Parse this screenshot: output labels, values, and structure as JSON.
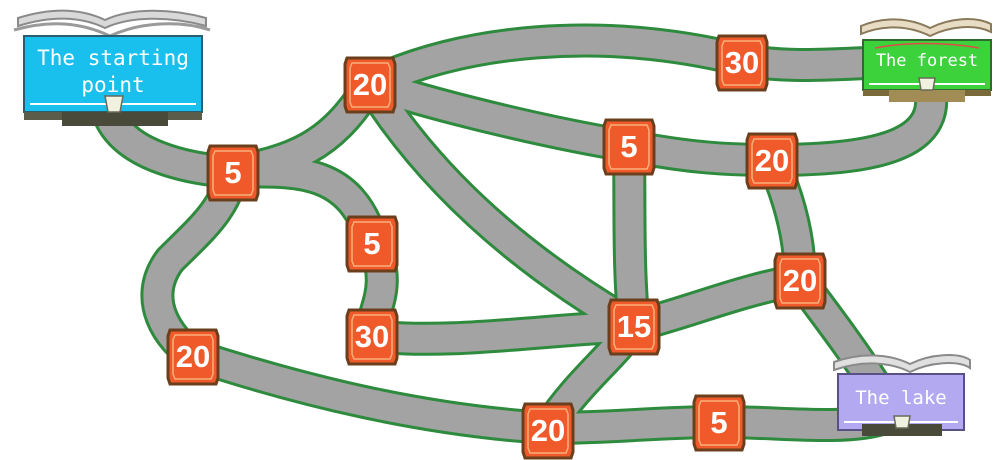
{
  "locations": {
    "start": {
      "label_line1": "The starting",
      "label_line2": "point",
      "color": "#19c0ee"
    },
    "forest": {
      "label": "The forest",
      "color": "#3cd23c"
    },
    "lake": {
      "label": "The lake",
      "color": "#b3a9f0"
    }
  },
  "distance_badges": [
    {
      "id": "a",
      "value": "20"
    },
    {
      "id": "b",
      "value": "30"
    },
    {
      "id": "c",
      "value": "5"
    },
    {
      "id": "d",
      "value": "5"
    },
    {
      "id": "e",
      "value": "20"
    },
    {
      "id": "f",
      "value": "5"
    },
    {
      "id": "g",
      "value": "30"
    },
    {
      "id": "h",
      "value": "15"
    },
    {
      "id": "i",
      "value": "20"
    },
    {
      "id": "j",
      "value": "20"
    },
    {
      "id": "k",
      "value": "5"
    },
    {
      "id": "l",
      "value": "20"
    }
  ],
  "colors": {
    "road": "#a3a3a3",
    "road_edge": "#2e8b3e",
    "badge_fill": "#f05a2b",
    "badge_border": "#6b3f1c",
    "badge_inner": "#f7b07a"
  }
}
